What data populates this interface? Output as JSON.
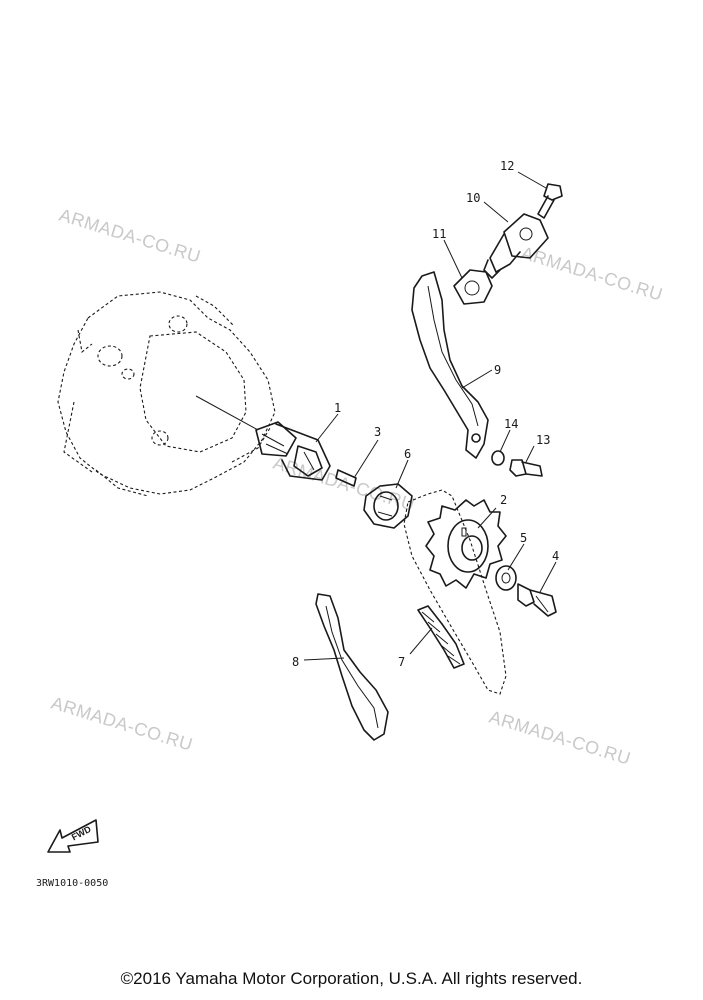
{
  "watermarks": [
    "ARMADA-CO.RU",
    "ARMADA-CO.RU",
    "ARMADA-CO.RU",
    "ARMADA-CO.RU",
    "ARMADA-CO.RU"
  ],
  "callouts": [
    "1",
    "2",
    "3",
    "4",
    "5",
    "6",
    "7",
    "8",
    "9",
    "10",
    "11",
    "12",
    "13",
    "14"
  ],
  "fwd_label": "FWD",
  "diagram_code": "3RW1010-0050",
  "copyright": "©2016 Yamaha Motor Corporation, U.S.A. All rights reserved.",
  "colors": {
    "ink": "#1a1a1a",
    "watermark": "#c9c9c9",
    "background": "#ffffff"
  }
}
